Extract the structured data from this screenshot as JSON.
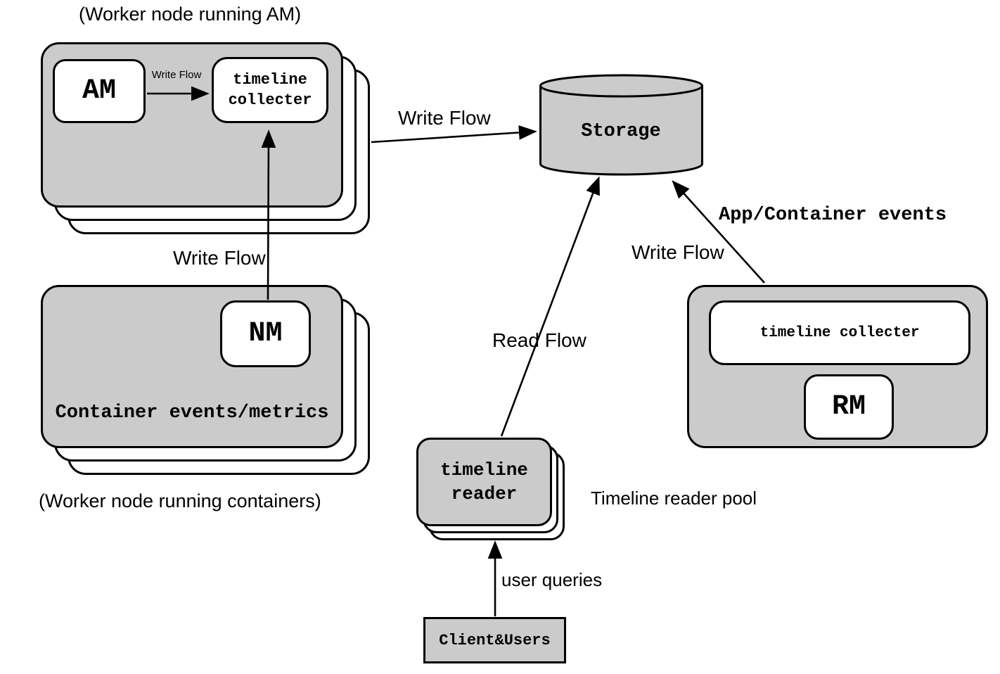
{
  "colors": {
    "node_fill": "#cbcbcb",
    "stack_fill": "#ffffff",
    "border": "#000000",
    "background": "#ffffff",
    "text": "#000000"
  },
  "worker_am_group": {
    "caption": "(Worker node running AM)",
    "am_label": "AM",
    "collector_label": "timeline\ncollecter",
    "flow_label": "Write Flow"
  },
  "storage": {
    "label": "Storage",
    "incoming_write_label": "Write Flow"
  },
  "worker_containers_group": {
    "caption": "(Worker node running containers)",
    "nm_label": "NM",
    "events_label": "Container events/metrics",
    "flow_label": "Write Flow"
  },
  "reader_group": {
    "reader_label": "timeline\nreader",
    "pool_label": "Timeline reader pool",
    "read_flow_label": "Read Flow",
    "user_queries_label": "user queries"
  },
  "rm_group": {
    "collector_label": "timeline collecter",
    "rm_label": "RM",
    "flow_label": "Write Flow",
    "events_label": "App/Container events"
  },
  "client": {
    "label": "Client&Users"
  }
}
